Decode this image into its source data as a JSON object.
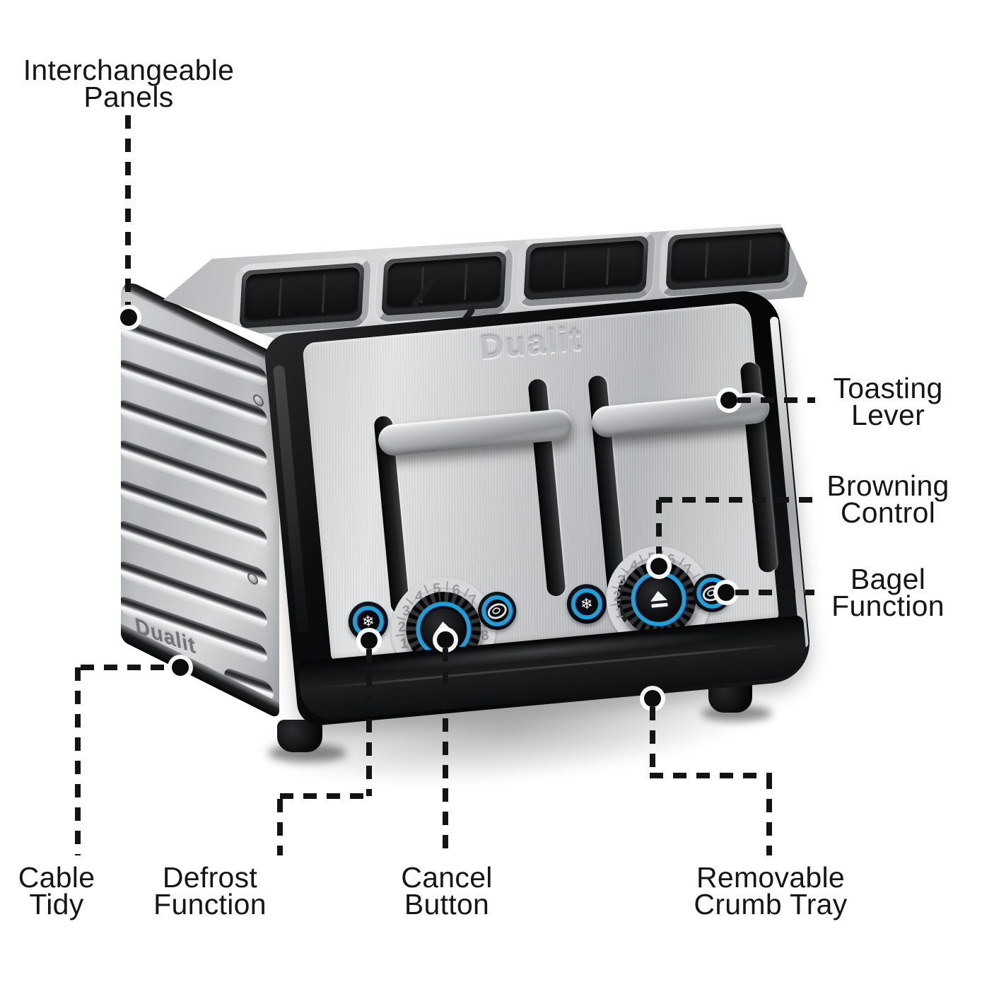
{
  "figure": {
    "type": "annotated product feature diagram",
    "product": "4-slot toaster",
    "background": "#ffffff"
  },
  "branding": {
    "front_logo": "Dualit",
    "side_logo": "Dualit"
  },
  "callouts": {
    "interchangeable_panels": {
      "line1": "Interchangeable",
      "line2": "Panels"
    },
    "toasting_lever": {
      "line1": "Toasting",
      "line2": "Lever"
    },
    "browning_control": {
      "line1": "Browning",
      "line2": "Control"
    },
    "bagel_function": {
      "line1": "Bagel",
      "line2": "Function"
    },
    "cable_tidy": {
      "line1": "Cable",
      "line2": "Tidy"
    },
    "defrost_function": {
      "line1": "Defrost",
      "line2": "Function"
    },
    "cancel_button": {
      "line1": "Cancel",
      "line2": "Button"
    },
    "removable_crumb_tray": {
      "line1": "Removable",
      "line2": "Crumb Tray"
    }
  },
  "controls": {
    "dial_numbers": [
      "1",
      "2",
      "3",
      "4",
      "5",
      "6",
      "7",
      "8"
    ],
    "defrost_glyph": "❄",
    "defrost_icon": "snowflake-icon",
    "cancel_icon": "eject-icon",
    "bagel_icon": "bagel-icon",
    "slot_count": 4,
    "lever_count": 2
  },
  "colors": {
    "accent_blue": "#1b9fdd",
    "body_black": "#121315",
    "steel_light": "#d9dadb",
    "steel_dark": "#9fa3a6",
    "label_text": "#161616"
  }
}
